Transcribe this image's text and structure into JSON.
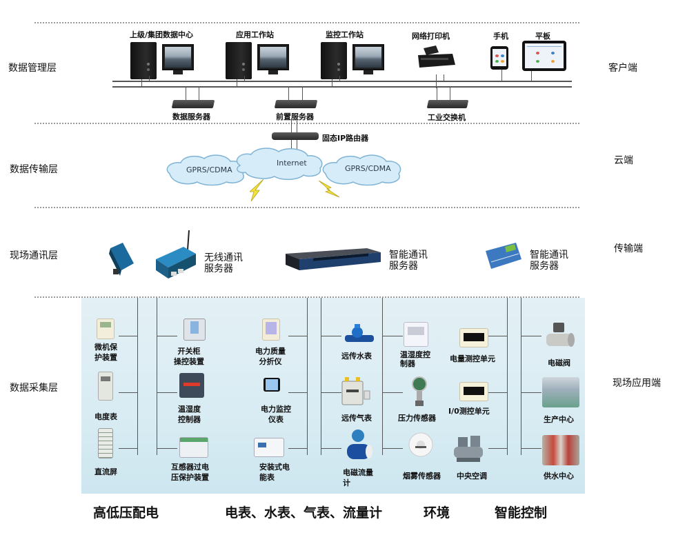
{
  "layers": {
    "management": "数据管理层",
    "transmission": "数据传输层",
    "communication": "现场通讯层",
    "acquisition": "数据采集层"
  },
  "side_labels": {
    "client": "客户端",
    "cloud": "云端",
    "transport": "传输端",
    "field_app": "现场应用端"
  },
  "management_devices": {
    "group_datacenter": "上级/集团数据中心",
    "app_workstation": "应用工作站",
    "monitor_workstation": "监控工作站",
    "network_printer": "网络打印机",
    "phone": "手机",
    "tablet": "平板",
    "data_server": "数据服务器",
    "front_server": "前置服务器",
    "industrial_switch": "工业交换机"
  },
  "transmission": {
    "router": "固态IP路由器",
    "internet": "Internet",
    "gprs_left": "GPRS/CDMA",
    "gprs_right": "GPRS/CDMA"
  },
  "communication": {
    "wireless_server_line1": "无线通讯",
    "wireless_server_line2": "服务器",
    "smart_server_a_line1": "智能通讯",
    "smart_server_a_line2": "服务器",
    "smart_server_b_line1": "智能通讯",
    "smart_server_b_line2": "服务器"
  },
  "acquisition": {
    "col1": [
      "微机保\n护装置",
      "电度表",
      "直流屏"
    ],
    "col2": [
      "开关柜\n操控装置",
      "温湿度\n控制器",
      "互感器过电\n压保护装置"
    ],
    "col3": [
      "电力质量\n分折仪",
      "电力监控\n仪表",
      "安装式电\n能表"
    ],
    "col4": [
      "远传水表",
      "远传气表",
      "电磁流量\n计"
    ],
    "col5": [
      "温湿度控\n制器",
      "压力传感器",
      "烟雾传感器"
    ],
    "col6": [
      "电量测控单元",
      "I/0测控单元",
      "中央空调"
    ],
    "col7": [
      "电磁阀",
      "生产中心",
      "供水中心"
    ]
  },
  "categories": {
    "power": "高低压配电",
    "meters": "电表、水表、气表、流量计",
    "environment": "环境",
    "control": "智能控制"
  },
  "colors": {
    "field_bg": "#d9ecf3",
    "cloud_fill": "#d6ecf8",
    "cloud_stroke": "#7fb3d6",
    "lightning": "#f1e23c",
    "bus_line": "#555555",
    "separator": "#9a9a9a"
  }
}
